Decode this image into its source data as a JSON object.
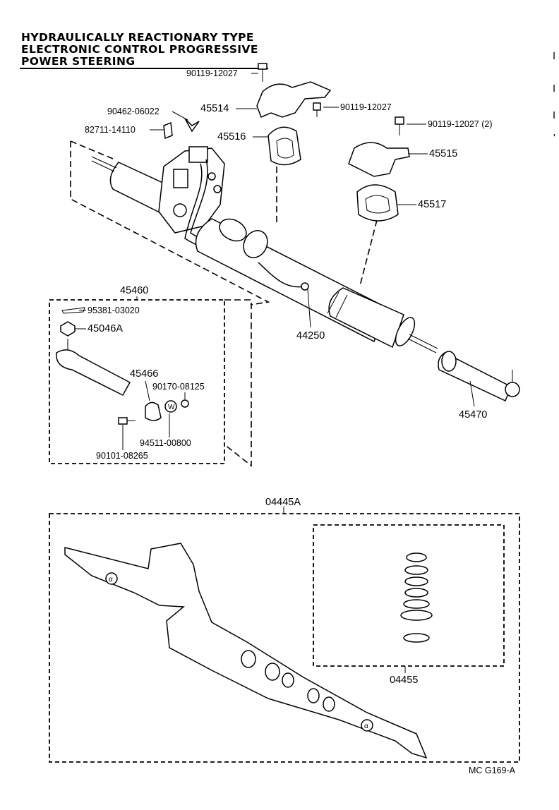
{
  "title_lines": [
    "HYDRAULICALLY REACTIONARY TYPE",
    "ELECTRONIC CONTROL PROGRESSIVE",
    "POWER STEERING"
  ],
  "part_numbers": {
    "p1": "90119-12027",
    "p2": "45514",
    "p3": "90119-12027",
    "p4": "90119-12027 (2)",
    "p5": "90462-06022",
    "p6": "82711-14110",
    "p7": "45516",
    "p8": "45515",
    "p9": "45517",
    "p10": "45460",
    "p11": "95381-03020",
    "p12": "45046A",
    "p13": "44250",
    "p14": "45466",
    "p15": "90170-08125",
    "p16": "94511-00800",
    "p17": "90101-08265",
    "p18": "45470",
    "p19": "04445A",
    "p20": "04455"
  },
  "marks": {
    "washer": "W",
    "seal_a": "α",
    "seal_b": "α"
  },
  "footer_code": "MC  G169-A",
  "edge_marks": [
    "I",
    "I",
    "I",
    "'"
  ]
}
